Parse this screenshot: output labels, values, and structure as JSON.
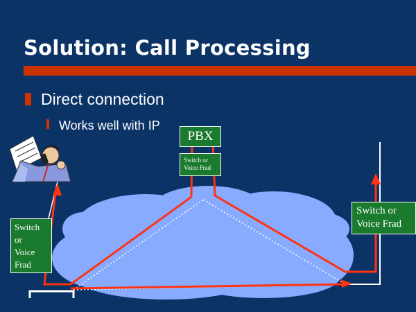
{
  "slide": {
    "title": "Solution: Call Processing",
    "bullet_1": "Direct connection",
    "bullet_2": "Works well with IP"
  },
  "nodes": {
    "pbx": "PBX",
    "switch_top": [
      "Switch or",
      "Voice Frad"
    ],
    "switch_right": [
      "Switch or",
      "Voice Frad"
    ],
    "switch_left": [
      "Switch",
      "or",
      "Voice",
      "Frad"
    ]
  },
  "colors": {
    "background": "#0b3366",
    "accent": "#cc3300",
    "node_fill": "#1a7a2e",
    "cloud": "#88aaff",
    "call_path": "#ff3311"
  },
  "icons": [
    "person-on-phone-clipart-icon"
  ]
}
